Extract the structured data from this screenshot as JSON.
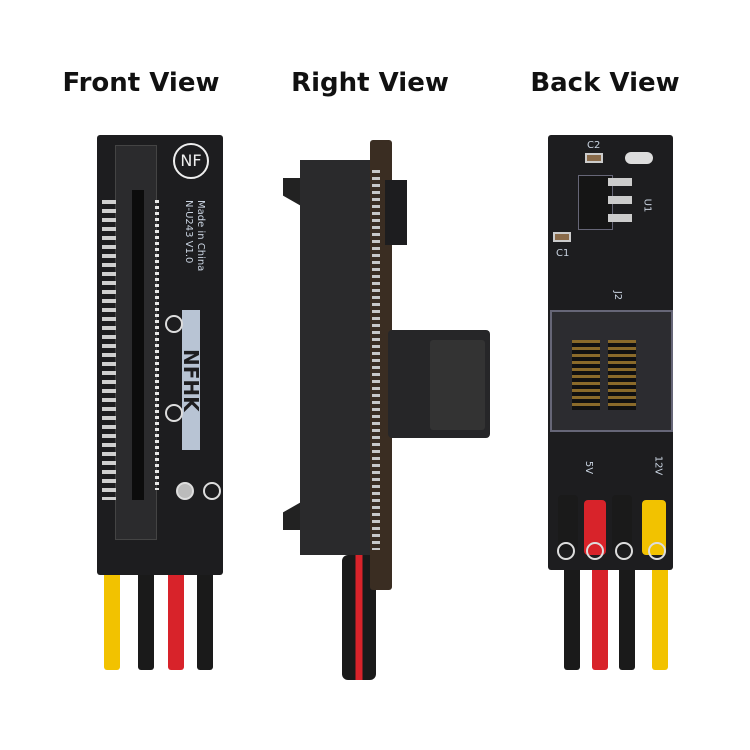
{
  "titles": {
    "front": "Front View",
    "right": "Right View",
    "back": "Back View"
  },
  "front_board": {
    "logo": "NF",
    "made_in": "Made in China",
    "model": "N-U243 V1.0",
    "brand": "NFHK"
  },
  "back_board": {
    "c2": "C2",
    "c1": "C1",
    "u1": "U1",
    "j2": "J2",
    "v5": "5V",
    "v12": "12V"
  },
  "wire_colors": {
    "yellow": "#f2c200",
    "black": "#1a1a1a",
    "red": "#d8232a"
  }
}
